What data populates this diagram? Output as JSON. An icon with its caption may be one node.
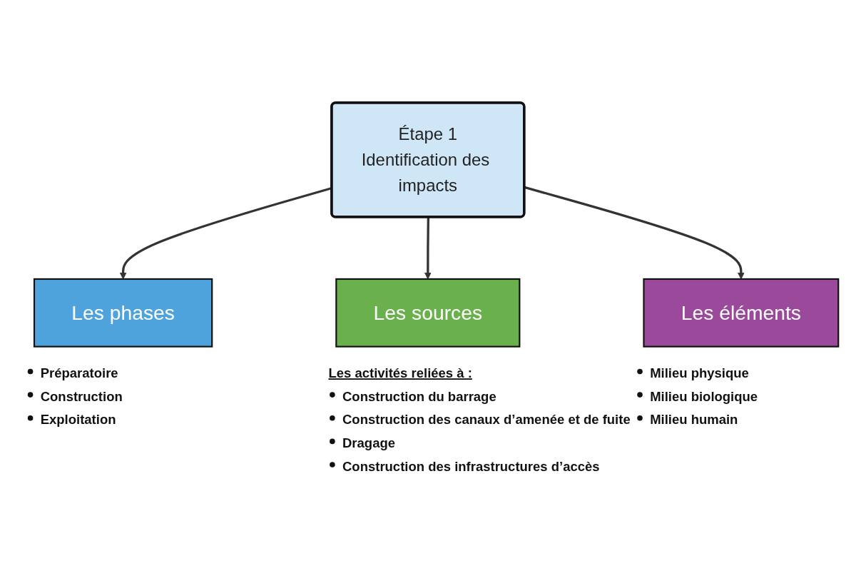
{
  "diagram": {
    "nodes": [
      {
        "text": [
          "Étape 1",
          "Identification des impacts"
        ]
      },
      {
        "text": [
          "Les phases"
        ],
        "beside": [
          "Préparatoire",
          "Construction",
          "Exploitation"
        ]
      },
      {
        "text": [
          "Les sources"
        ],
        "beside": [
          "Les activités reliées à :",
          "Construction du barrage",
          "Construction des canaux d’amenée et de fuite",
          "Dragage",
          "Construction des infrastructures d’accès"
        ]
      },
      {
        "text": [
          "Les éléments"
        ],
        "beside": [
          "Milieu physique",
          "Milieu biologique",
          "Milieu humain"
        ]
      }
    ],
    "edges": [
      {
        "from": 0,
        "to": 1,
        "arrow": "to"
      },
      {
        "from": 0,
        "to": 2,
        "arrow": "to"
      },
      {
        "from": 0,
        "to": 3,
        "arrow": "to"
      }
    ]
  }
}
